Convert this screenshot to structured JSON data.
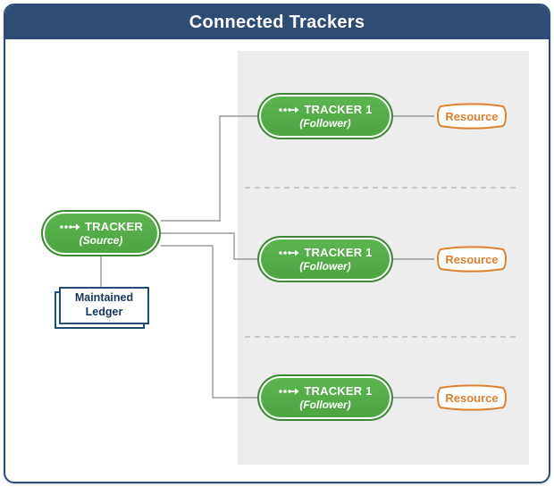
{
  "title": "Connected Trackers",
  "source": {
    "name": "TRACKER",
    "role": "(Source)"
  },
  "ledger": {
    "line1": "Maintained",
    "line2": "Ledger"
  },
  "followers": [
    {
      "name": "TRACKER 1",
      "role": "(Follower)",
      "resource": "Resource"
    },
    {
      "name": "TRACKER 1",
      "role": "(Follower)",
      "resource": "Resource"
    },
    {
      "name": "TRACKER 1",
      "role": "(Follower)",
      "resource": "Resource"
    }
  ],
  "colors": {
    "header_navy": "#2E4D74",
    "green_fill": "#52AB47",
    "green_border": "#3C8A33",
    "orange": "#E0802F",
    "ledger_navy": "#1F4E79",
    "panel_gray": "#EDEDED",
    "connector_gray": "#999999"
  }
}
